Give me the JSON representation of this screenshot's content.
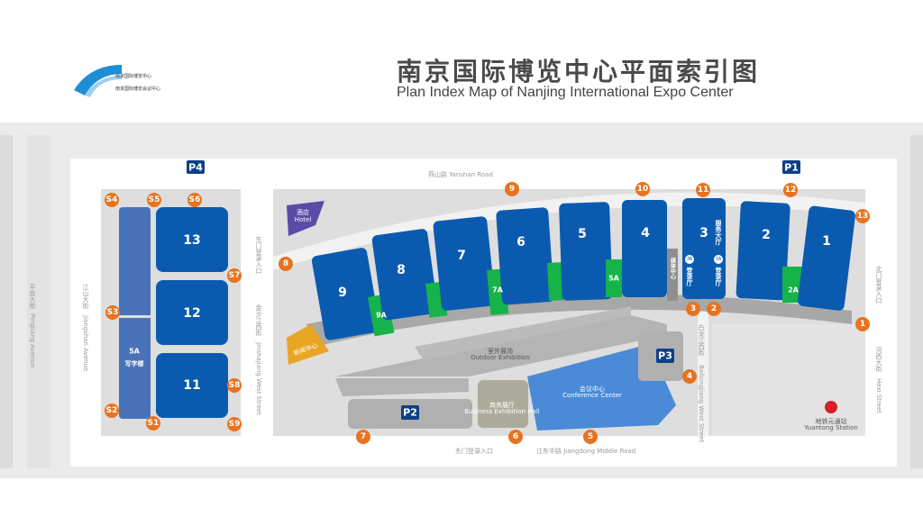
{
  "header": {
    "title_cn": "南京国际博览中心平面索引图",
    "title_en": "Plan Index Map of Nanjing International Expo Center",
    "logo_text": [
      "南京国际博览中心",
      "南京国际博览会议中心"
    ]
  },
  "colors": {
    "hall": "#0a5bb0",
    "annex": "#16b24a",
    "entrance_marker": "#e8731f",
    "parking": "#0d3f86",
    "hotel": "#5b4aa8",
    "center": "#e9a524",
    "conference": "#4a8ad6"
  },
  "halls": {
    "h1": "1",
    "h2": "2",
    "h3": "3",
    "h4": "4",
    "h5": "5",
    "h6": "6",
    "h7": "7",
    "h8": "8",
    "h9": "9",
    "h11": "11",
    "h12": "12",
    "h13": "13",
    "a2": "2A",
    "a5": "5A",
    "a7": "7A",
    "a9": "9A",
    "office": "5A",
    "office_cn": "写字楼",
    "service": "服务大厅",
    "reg3a_badge": "3A",
    "reg3b_badge": "3B",
    "reg_hall": "登录厅",
    "media": "媒体中心"
  },
  "entrances": [
    "1",
    "2",
    "3",
    "4",
    "5",
    "6",
    "7",
    "8",
    "9",
    "10",
    "11",
    "12",
    "13"
  ],
  "south_entrances": [
    "S1",
    "S2",
    "S3",
    "S4",
    "S5",
    "S6",
    "S7",
    "S8",
    "S9"
  ],
  "parking": [
    "P1",
    "P2",
    "P3",
    "P4"
  ],
  "places": {
    "hotel_cn": "酒店",
    "hotel_en": "Hotel",
    "center_cn": "新闻中心",
    "outdoor_cn": "室外展场",
    "outdoor_en": "Outdoor Exhibition",
    "conference_cn": "会议中心",
    "conference_en": "Conference Center",
    "business_cn": "商务展厅",
    "business_en": "Business Exhibition Hall",
    "metro_cn": "地铁元通站",
    "metro_en": "Yuantong Station"
  },
  "roads": {
    "yanshan": "燕山路  Yanshan Road",
    "east_gate": "东门登录入口",
    "jinshajiang": "金沙江西街",
    "jinshajiang_en": "Jinshajiang West Street",
    "jiangshan": "江山大街",
    "jiangshan_en": "Jiangshan Avenue",
    "pingliang": "平良大街",
    "pingliang_en": "Pingliang Avenue",
    "south_gate": "东门登录入口",
    "jiangdong": "江东中路   Jiangdong Middle Road",
    "bailongjiang": "白龙江西街",
    "bailongjiang_en": "Bailongjiang West Street",
    "north_gate": "北门登录入口",
    "hexi": "河西大街",
    "hexi_en": "Hexi Street"
  },
  "icons": [
    "restroom-icon",
    "cafe-icon",
    "metro-icon",
    "entrance-arrow-icon"
  ]
}
